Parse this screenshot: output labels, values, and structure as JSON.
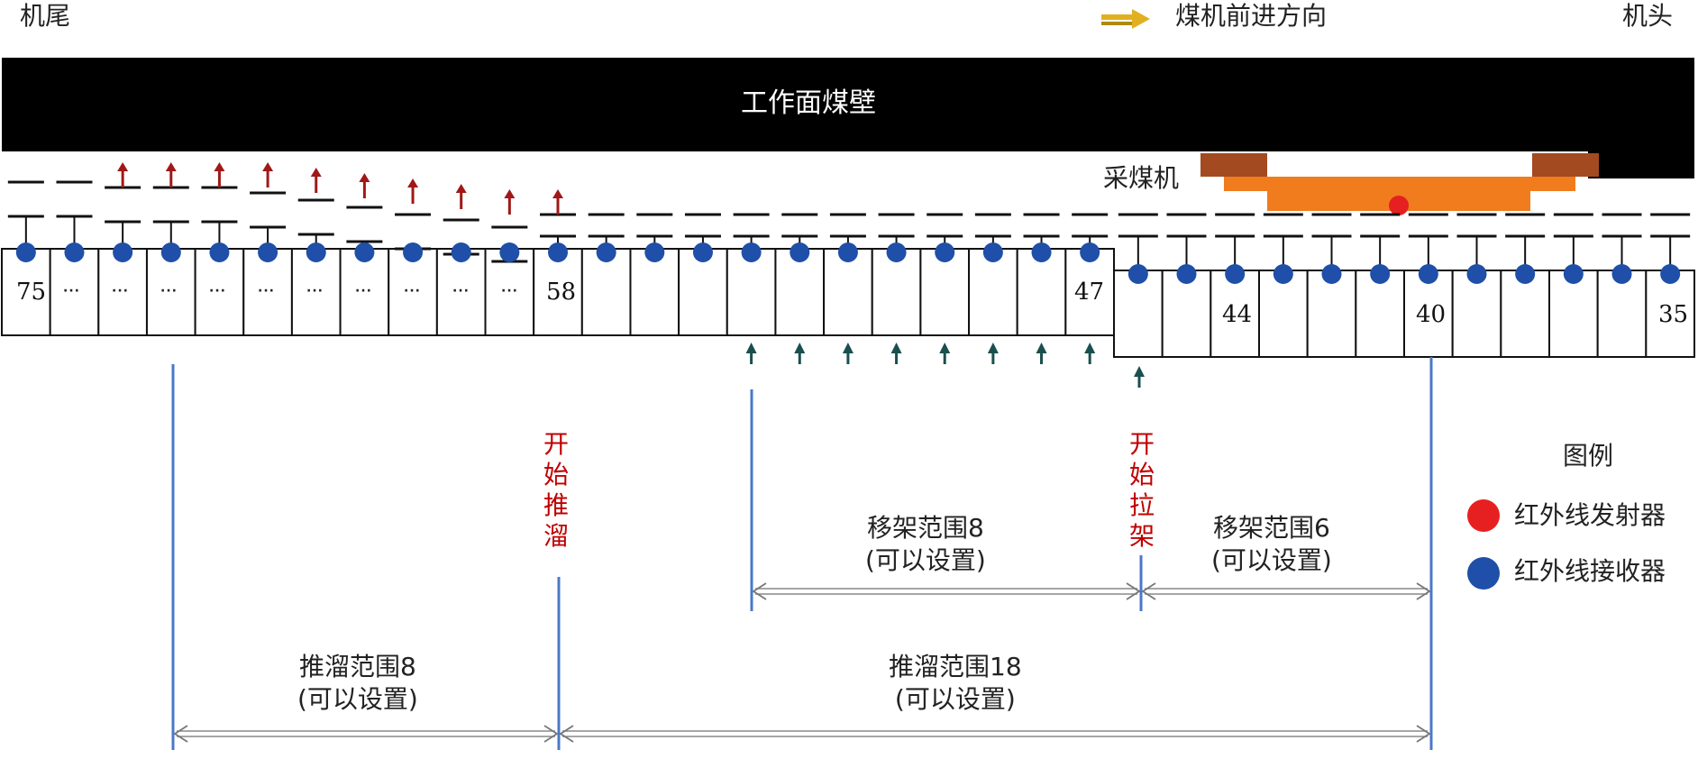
{
  "labels": {
    "tail": "机尾",
    "head": "机头",
    "direction": "煤机前进方向",
    "coal_wall": "工作面煤壁",
    "shearer": "采煤机"
  },
  "supports": {
    "number_labels": [
      {
        "text": "75"
      },
      {
        "text": "58"
      },
      {
        "text": "47"
      },
      {
        "text": "44"
      },
      {
        "text": "40"
      },
      {
        "text": "35"
      }
    ],
    "ellipsis": "···"
  },
  "markers": {
    "push_start": "开始推溜",
    "pull_start": "开始拉架"
  },
  "ranges": {
    "move_8": {
      "line1": "移架范围8",
      "line2": "(可以设置)"
    },
    "move_6": {
      "line1": "移架范围6",
      "line2": "(可以设置)"
    },
    "push_8": {
      "line1": "推溜范围8",
      "line2": "(可以设置)"
    },
    "push_18": {
      "line1": "推溜范围18",
      "line2": "(可以设置)"
    }
  },
  "legend": {
    "title": "图例",
    "emitter": "红外线发射器",
    "receiver": "红外线接收器"
  },
  "colors": {
    "coal_wall": "#000000",
    "emitter": "#e62020",
    "receiver": "#1f4fa8",
    "shearer_orange": "#f07c1e",
    "shearer_brown": "#a44a20",
    "blue_line": "#4a78c8",
    "red_text": "#c00000",
    "direction_arrow": "#e0b020",
    "advance_arrow_red": "#a01818",
    "pull_arrow_teal": "#1a4f4f"
  }
}
